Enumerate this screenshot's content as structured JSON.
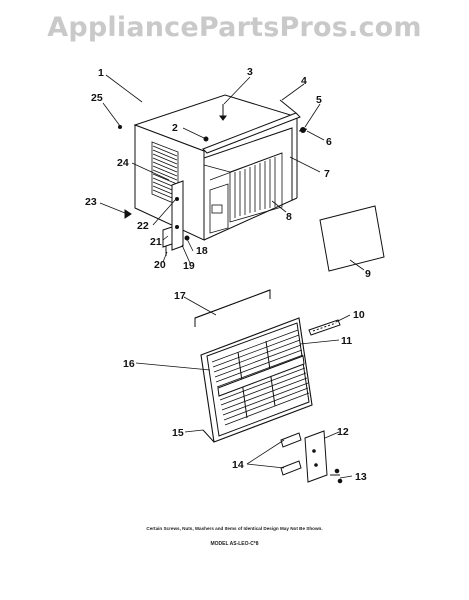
{
  "watermark": "AppliancePartsPros.com",
  "callouts": [
    {
      "id": "1",
      "label": "1"
    },
    {
      "id": "2",
      "label": "2"
    },
    {
      "id": "3",
      "label": "3"
    },
    {
      "id": "4",
      "label": "4"
    },
    {
      "id": "5",
      "label": "5"
    },
    {
      "id": "6",
      "label": "6"
    },
    {
      "id": "7",
      "label": "7"
    },
    {
      "id": "8",
      "label": "8"
    },
    {
      "id": "9",
      "label": "9"
    },
    {
      "id": "10",
      "label": "10"
    },
    {
      "id": "11",
      "label": "11"
    },
    {
      "id": "12",
      "label": "12"
    },
    {
      "id": "13",
      "label": "13"
    },
    {
      "id": "14",
      "label": "14"
    },
    {
      "id": "15",
      "label": "15"
    },
    {
      "id": "16",
      "label": "16"
    },
    {
      "id": "17",
      "label": "17"
    },
    {
      "id": "18",
      "label": "18"
    },
    {
      "id": "19",
      "label": "19"
    },
    {
      "id": "20",
      "label": "20"
    },
    {
      "id": "21",
      "label": "21"
    },
    {
      "id": "22",
      "label": "22"
    },
    {
      "id": "23",
      "label": "23"
    },
    {
      "id": "24",
      "label": "24"
    },
    {
      "id": "25",
      "label": "25"
    }
  ],
  "footer_note": "Certain Screws, Nuts, Washers and Items of Identical Design May Not Be Shown.",
  "model_label": "MODEL AS-LEO-C*8"
}
